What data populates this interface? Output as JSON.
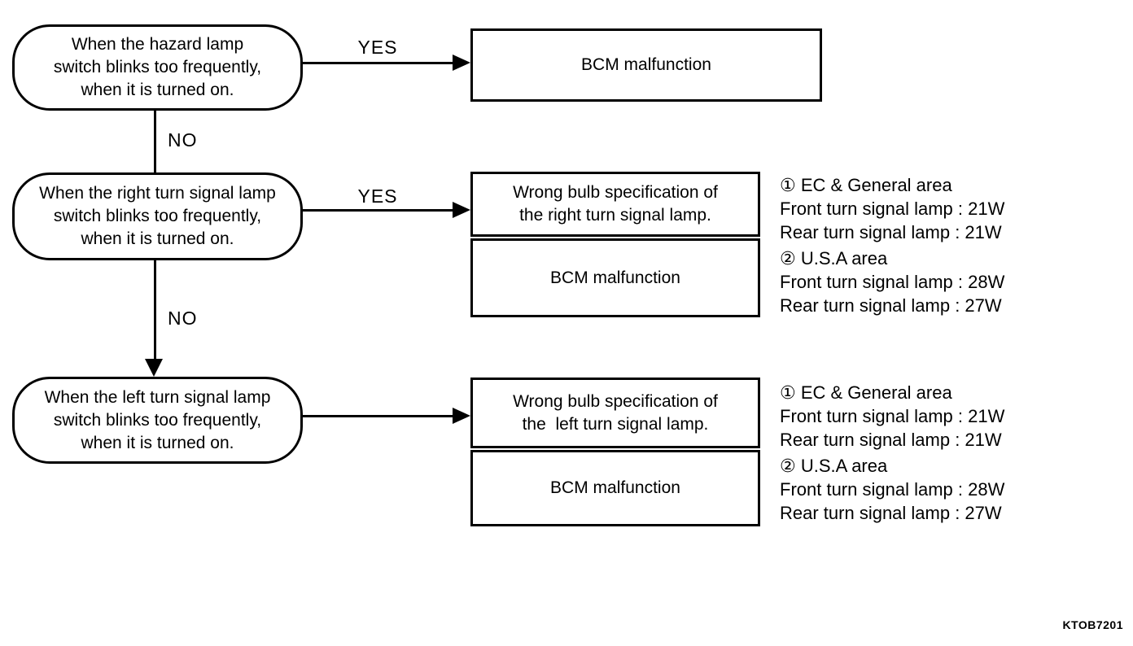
{
  "figure_code": "KTOB7201",
  "labels": {
    "yes": "YES",
    "no": "NO"
  },
  "nodes": {
    "hazard": {
      "line1": "When the hazard lamp",
      "line2": "switch blinks too frequently,",
      "line3": "when it is turned on."
    },
    "right_turn": {
      "line1": "When the right turn signal lamp",
      "line2": "switch blinks too frequently,",
      "line3": "when it is turned on."
    },
    "left_turn": {
      "line1": "When the left turn signal lamp",
      "line2": "switch blinks too frequently,",
      "line3": "when it is turned on."
    },
    "bcm_malfunction": "BCM malfunction",
    "wrong_bulb_right": {
      "line1": "Wrong bulb specification of",
      "line2": "the right turn signal lamp."
    },
    "wrong_bulb_left": {
      "line1": "Wrong bulb specification of",
      "line2": "the  left turn signal lamp."
    }
  },
  "bulb_spec_notes": [
    "① EC & General area",
    "Front turn signal lamp : 21W",
    "Rear turn signal lamp : 21W",
    "② U.S.A area",
    "Front turn signal lamp : 28W",
    "Rear turn signal lamp : 27W"
  ],
  "colors": {
    "line": "#000000",
    "background": "#ffffff"
  }
}
